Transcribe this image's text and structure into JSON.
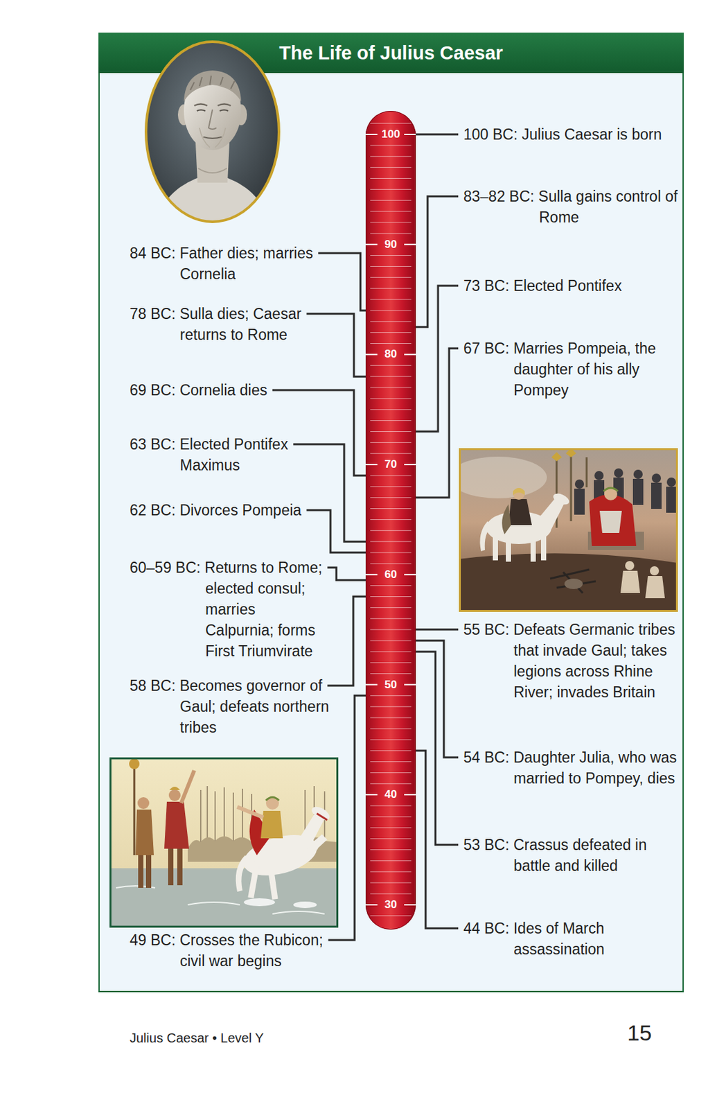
{
  "diagram": {
    "title": "The Life of Julius Caesar",
    "nodes": [
      {
        "text": [
          "100",
          "90",
          "80",
          "70",
          "60",
          "50",
          "40",
          "30"
        ]
      }
    ],
    "labels": [
      "100 BC: Julius Caesar is born",
      "83–82 BC: Sulla gains control of Rome",
      "84 BC: Father dies; marries Cornelia",
      "73 BC: Elected Pontifex",
      "78 BC: Sulla dies; Caesar returns to Rome",
      "67 BC: Marries Pompeia, the daughter of his ally Pompey",
      "69 BC: Cornelia dies",
      "63 BC: Elected Pontifex Maximus",
      "62 BC: Divorces Pompeia",
      "60–59 BC: Returns to Rome; elected consul; marries Calpurnia; forms First Triumvirate",
      "55 BC: Defeats Germanic tribes that invade Gaul; takes legions across Rhine River; invades Britain",
      "58 BC: Becomes governor of Gaul; defeats northern tribes",
      "54 BC: Daughter Julia, who was married to Pompey, dies",
      "53 BC: Crassus defeated in battle and killed",
      "44 BC: Ides of March assassination",
      "49 BC: Crosses the Rubicon; civil war begins",
      "Julius Caesar • Level Y",
      "15"
    ]
  }
}
